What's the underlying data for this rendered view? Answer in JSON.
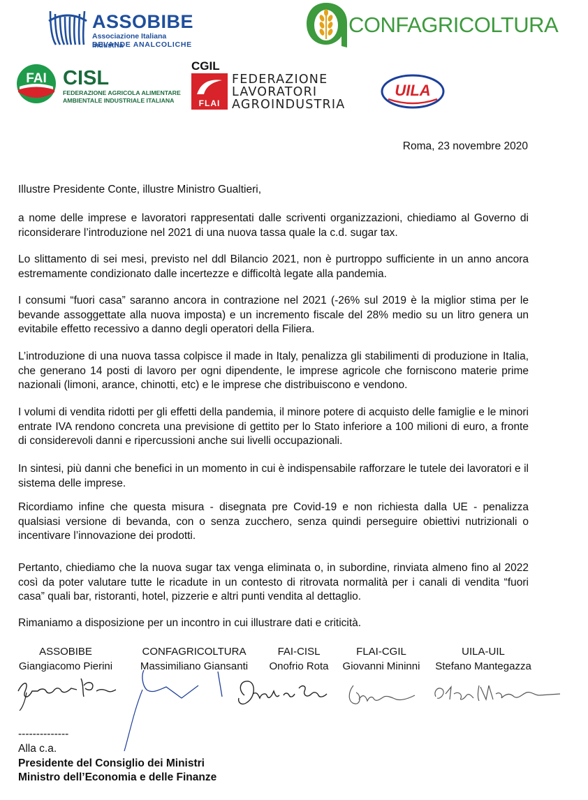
{
  "logos": {
    "assobibe": {
      "name": "ASSOBIBE",
      "subtitle_line1": "Associazione Italiana Industria",
      "subtitle_line2": "BEVANDE ANALCOLICHE"
    },
    "confagricoltura": {
      "name": "CONFAGRICOLTURA"
    },
    "fai_cisl": {
      "badge": "FAI",
      "name": "CISL",
      "subtitle_line1": "FEDERAZIONE AGRICOLA ALIMENTARE",
      "subtitle_line2": "AMBIENTALE INDUSTRIALE ITALIANA"
    },
    "flai_cgil": {
      "top": "CGIL",
      "badge": "FLAI",
      "line1": "FEDERAZIONE",
      "line2": "LAVORATORI",
      "line3": "AGROINDUSTRIA"
    },
    "uila": {
      "name": "UILA"
    }
  },
  "letter": {
    "date": "Roma, 23 novembre 2020",
    "salutation": "Illustre Presidente Conte, illustre Ministro Gualtieri,",
    "paragraphs": [
      "a nome delle imprese e lavoratori rappresentati dalle scriventi organizzazioni, chiediamo al Governo di riconsiderare l’introduzione nel 2021 di una nuova tassa quale la c.d. sugar tax.",
      "Lo slittamento di sei mesi, previsto nel ddl Bilancio 2021, non è purtroppo sufficiente in un anno ancora estremamente condizionato dalle incertezze e difficoltà legate alla pandemia.",
      "I consumi “fuori casa” saranno ancora in contrazione nel 2021 (-26% sul 2019 è la miglior stima per le bevande assoggettate alla nuova imposta) e un incremento fiscale del 28% medio su un litro genera un evitabile effetto recessivo a danno degli operatori della Filiera.",
      "L’introduzione di una nuova tassa colpisce il made in Italy, penalizza gli stabilimenti di produzione in Italia, che generano 14 posti di lavoro per ogni dipendente, le imprese agricole che forniscono materie prime nazionali (limoni, arance, chinotti, etc) e le imprese che distribuiscono e vendono.",
      "I volumi di vendita ridotti per gli effetti della pandemia, il minore potere di acquisto delle famiglie e le minori entrate IVA rendono concreta una previsione di gettito per lo Stato inferiore a 100 milioni di euro, a fronte di considerevoli danni e ripercussioni anche sui livelli occupazionali.",
      "In sintesi, più danni che benefici in un momento in cui è indispensabile rafforzare le tutele dei lavoratori e il sistema delle imprese.",
      "Ricordiamo infine che questa misura - disegnata pre Covid-19 e non richiesta dalla UE - penalizza qualsiasi versione di bevanda, con o senza zucchero, senza quindi perseguire obiettivi nutrizionali o incentivare l’innovazione dei prodotti.",
      "Pertanto, chiediamo che la nuova sugar tax venga eliminata o, in subordine, rinviata almeno fino al 2022 così da poter valutare tutte le ricadute in un contesto di ritrovata normalità per i canali di vendita “fuori casa” quali bar, ristoranti, hotel, pizzerie e altri punti vendita al dettaglio.",
      "Rimaniamo a disposizione per un incontro in cui illustrare dati e criticità."
    ]
  },
  "signatories": [
    {
      "org": "ASSOBIBE",
      "name": "Giangiacomo Pierini",
      "signature": "Giangiacomo Pierini"
    },
    {
      "org": "CONFAGRICOLTURA",
      "name": "Massimiliano Giansanti",
      "signature": ""
    },
    {
      "org": "FAI-CISL",
      "name": "Onofrio Rota",
      "signature": "Onofrio Rota"
    },
    {
      "org": "FLAI-CGIL",
      "name": "Giovanni Mininni",
      "signature": ""
    },
    {
      "org": "UILA-UIL",
      "name": "Stefano Mantegazza",
      "signature": "Stefano Mantegazza"
    }
  ],
  "footer": {
    "separator": "--------------",
    "attention": "Alla c.a.",
    "recipient1": "Presidente del Consiglio dei Ministri",
    "recipient2": "Ministro dell’Economia e delle Finanze"
  },
  "colors": {
    "assobibe_blue": "#1f4f9c",
    "confagri_green": "#3d9a3d",
    "cisl_green": "#1b6b3c",
    "cgil_red": "#d8232a",
    "uila_blue": "#1b3f9b",
    "uila_red": "#d8232a"
  }
}
